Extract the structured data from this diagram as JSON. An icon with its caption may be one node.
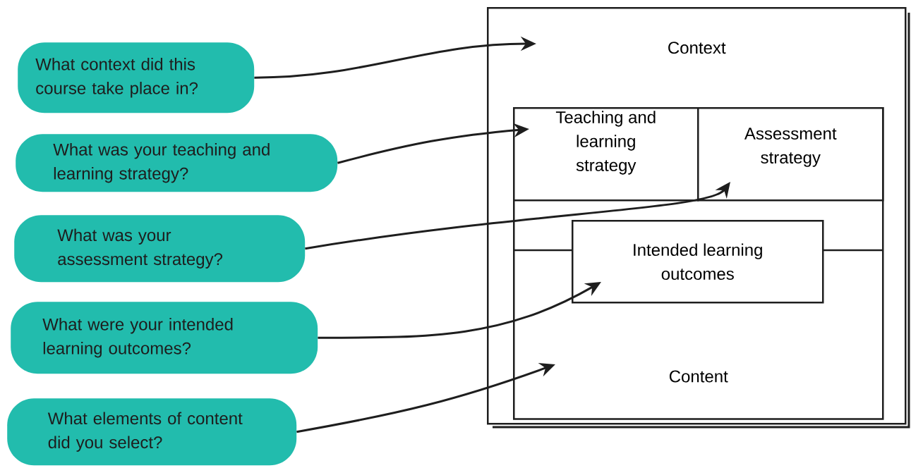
{
  "diagram": {
    "nodes": [
      {
        "text": [
          "Context"
        ]
      },
      {
        "text": [
          "Content"
        ],
        "in": 0
      },
      {
        "text": [
          "Teaching and learning strategy"
        ],
        "in": 1
      },
      {
        "text": [
          "Assessment strategy"
        ],
        "in": 1
      },
      {
        "text": [
          "Intended learning outcomes"
        ],
        "in": 1
      },
      {
        "text": [
          "What context did this course take place in?"
        ]
      },
      {
        "text": [
          "What was your teaching and learning strategy?"
        ]
      },
      {
        "text": [
          "What was your assessment strategy?"
        ]
      },
      {
        "text": [
          "What were your intended learning outcomes?"
        ]
      },
      {
        "text": [
          "What elements of content did you select?"
        ]
      }
    ],
    "edges": [
      {
        "from": 5,
        "to": 0,
        "arrow": "to"
      },
      {
        "from": 6,
        "to": 2,
        "arrow": "to"
      },
      {
        "from": 7,
        "to": 3,
        "arrow": "to"
      },
      {
        "from": 8,
        "to": 4,
        "arrow": "to"
      },
      {
        "from": 9,
        "to": 1,
        "arrow": "to"
      }
    ]
  }
}
